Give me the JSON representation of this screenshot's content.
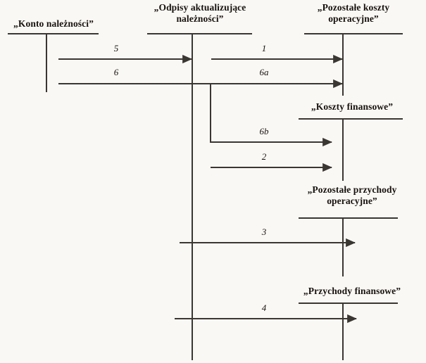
{
  "diagram": {
    "kind": "t-account-flow-diagram",
    "language": "pl",
    "background_color": "#faf8f5",
    "line_color": "#3a3632",
    "text_color": "#17120e",
    "accounts": [
      {
        "id": "konto-naleznosci",
        "label": "„Konto należności”"
      },
      {
        "id": "odpisy-aktualizujace",
        "label": "„Odpisy aktualizujące\nnależności”"
      },
      {
        "id": "pozostale-koszty-operacyjne",
        "label": "„Pozostałe koszty\noperacyjne”"
      },
      {
        "id": "koszty-finansowe",
        "label": "„Koszty finansowe”"
      },
      {
        "id": "pozostale-przychody-operacyjne",
        "label": "„Pozostałe przychody\noperacyjne”"
      },
      {
        "id": "przychody-finansowe",
        "label": "„Przychody finansowe”"
      }
    ],
    "flows": [
      {
        "id": "flow-5",
        "label": "5"
      },
      {
        "id": "flow-1",
        "label": "1"
      },
      {
        "id": "flow-6",
        "label": "6"
      },
      {
        "id": "flow-6a",
        "label": "6a"
      },
      {
        "id": "flow-6b",
        "label": "6b"
      },
      {
        "id": "flow-2",
        "label": "2"
      },
      {
        "id": "flow-3",
        "label": "3"
      },
      {
        "id": "flow-4",
        "label": "4"
      }
    ]
  }
}
